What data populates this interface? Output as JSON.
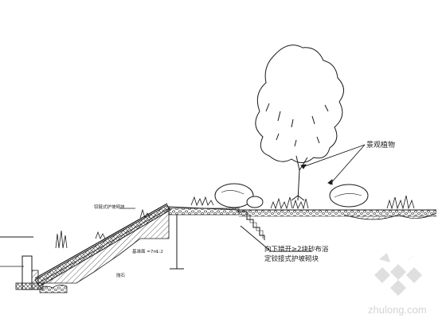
{
  "labels": {
    "landscape_plants": "景观植物",
    "callout_line1": "向下错开≥2块砂布浴",
    "callout_line2": "定铰接式护坡砌块",
    "slope_small_label": "铰链式护坡砌块",
    "slope_ratio": "1:2",
    "side_note": "基准面 =7m",
    "riprap_note": "抛石"
  },
  "watermark": {
    "text": "zhulong.com",
    "logo_name": "zhulong-logo"
  },
  "colors": {
    "line": "#1a1a1a",
    "watermark": "#d4d4d4"
  }
}
